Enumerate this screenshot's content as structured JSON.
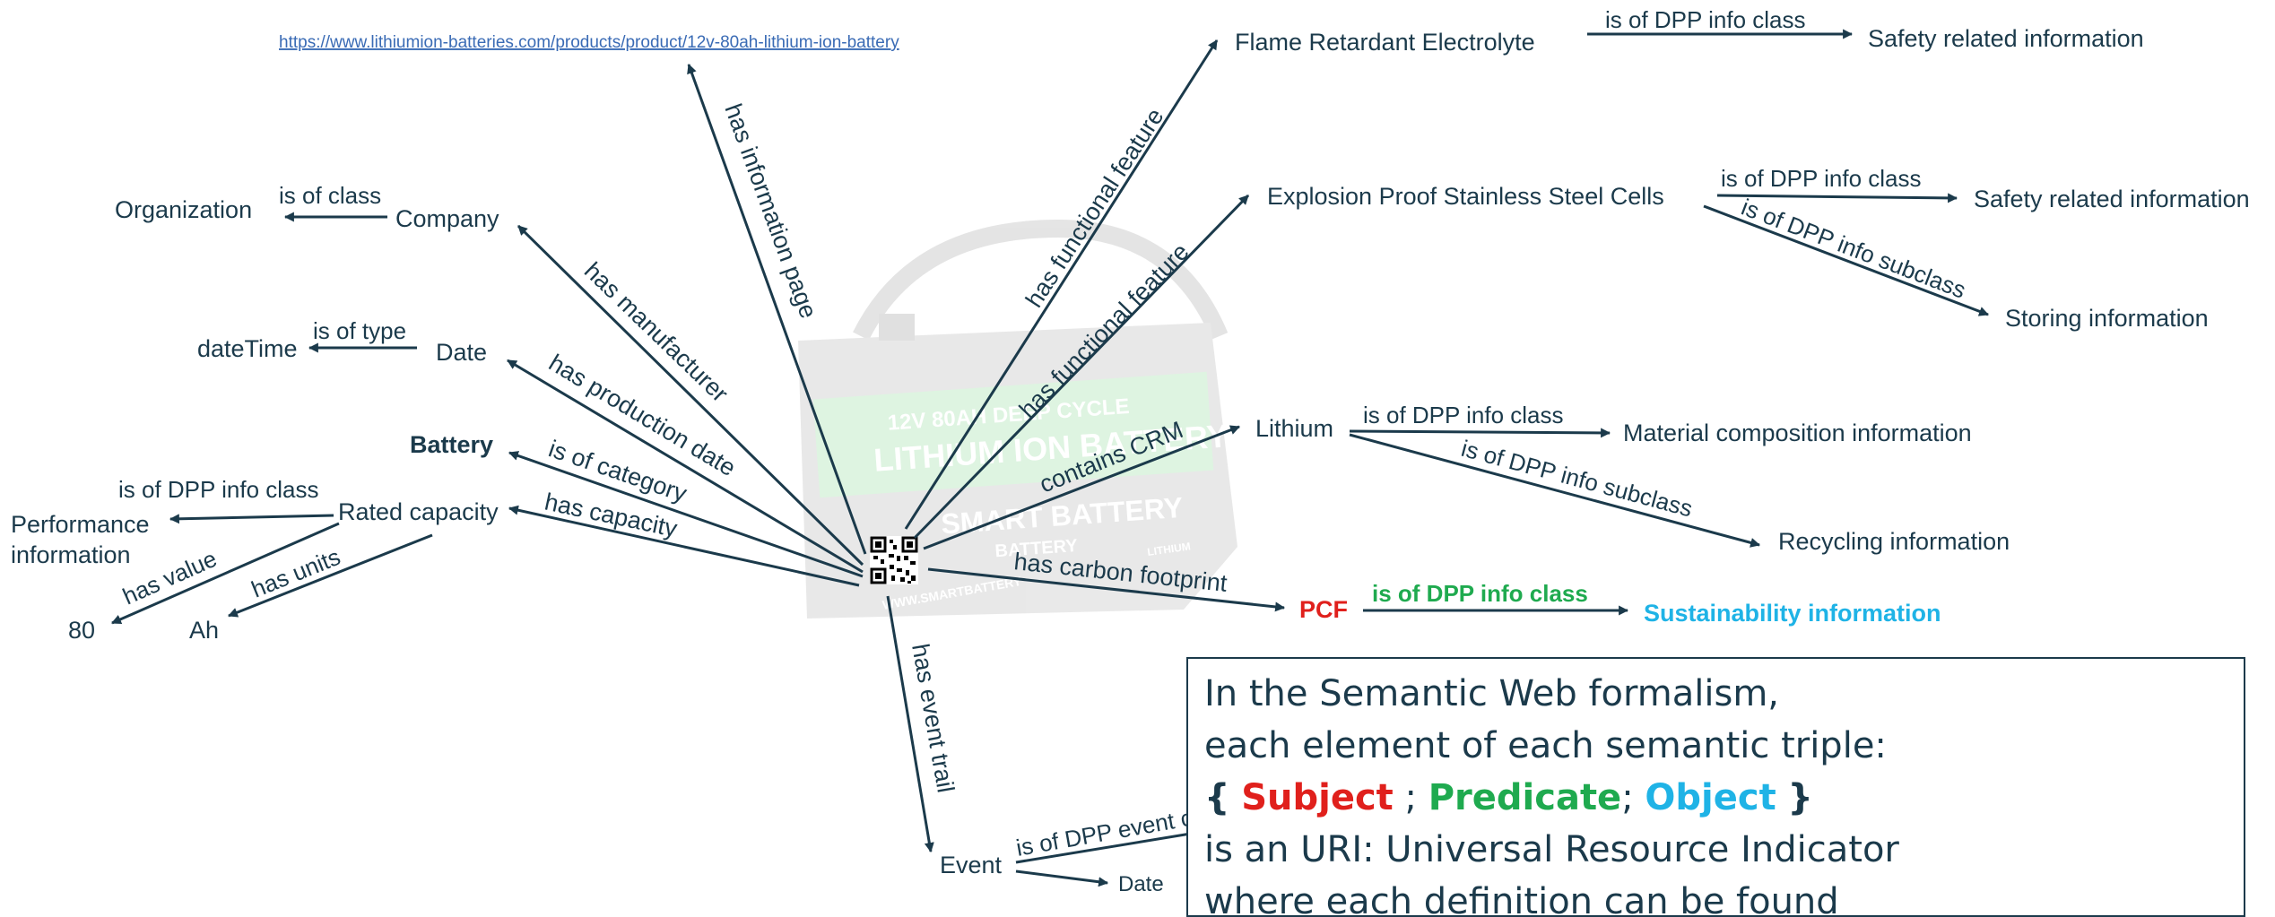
{
  "colors": {
    "ink": "#1b3a4b",
    "link": "#3a6bb5",
    "subject": "#e0201c",
    "predicate": "#1faa4f",
    "object": "#1fb3e6",
    "watermark": "#9a9a9a"
  },
  "icons": {
    "center": "qr-code-icon",
    "background": "battery-watermark"
  },
  "diagram": {
    "url": "https://www.lithiumion-batteries.com/products/product/12v-80ah-lithium-ion-battery",
    "watermark": {
      "line1": "12V 80AH DEEP CYCLE",
      "line2": "LITHIUM ION BATTERY",
      "brand": "SMART BATTERY",
      "brand_sub": "BATTERY",
      "side": "WWW.SMARTBATTERY",
      "side2": "LITHIUM"
    },
    "nodes": {
      "flame": "Flame Retardant Electrolyte",
      "safety1": "Safety related information",
      "explosion": "Explosion Proof Stainless Steel Cells",
      "safety2": "Safety related information",
      "storing": "Storing information",
      "organization": "Organization",
      "company": "Company",
      "datetime": "dateTime",
      "date": "Date",
      "battery": "Battery",
      "rated": "Rated capacity",
      "perf1": "Performance",
      "perf2": "information",
      "v80": "80",
      "ah": "Ah",
      "lithium": "Lithium",
      "material": "Material composition information",
      "recycling": "Recycling information",
      "pcf": "PCF",
      "sustainability": "Sustainability information",
      "event": "Event",
      "date2": "Date"
    },
    "edges": {
      "has_info_page": "has information page",
      "func1": "has functional feature",
      "func2": "has functional feature",
      "flame_class": "is of DPP info class",
      "expl_class": "is of DPP  info class",
      "expl_subclass": "is of DPP info subclass",
      "is_of_class": "is of class",
      "manufacturer": "has manufacturer",
      "is_of_type": "is of type",
      "production": "has production date",
      "category": "is of category",
      "capacity": "has capacity",
      "rated_class": "is of DPP info class",
      "has_value": "has value",
      "has_units": "has units",
      "crm": "contains CRM",
      "lith_class": "is of DPP info class",
      "lith_subclass": "is of DPP info subclass",
      "carbon": "has carbon footprint",
      "pcf_class": "is of DPP info class",
      "event_trail": "has event trail",
      "event_class": "is of DPP event class"
    }
  },
  "infobox": {
    "line1": "In the Semantic Web formalism,",
    "line2": "each element of each semantic triple:",
    "open": "{",
    "subject": "Subject",
    "sep1": ";",
    "predicate": "Predicate",
    "sep2": ";",
    "object": "Object",
    "close": "}",
    "line4": "is an URI: Universal Resource Indicator",
    "line5": "where each definition can be found"
  }
}
